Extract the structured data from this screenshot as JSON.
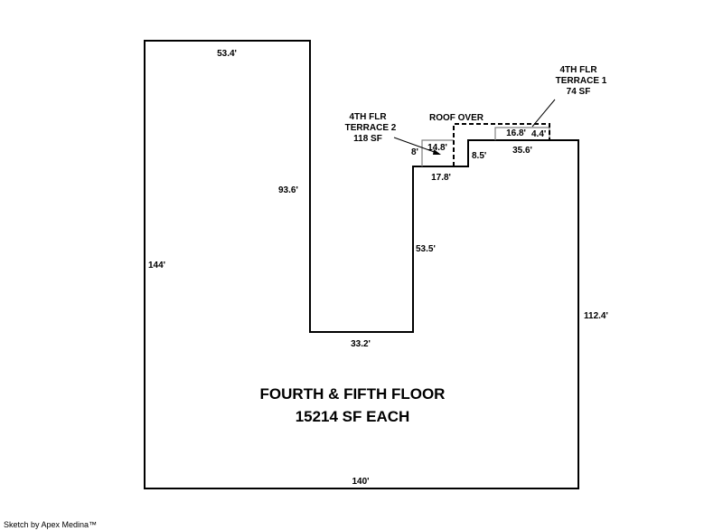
{
  "floor_title": "FOURTH & FIFTH FLOOR",
  "floor_area": "15214 SF EACH",
  "dimensions": {
    "top_left_width": "53.4'",
    "left_height": "144'",
    "inner_left_height": "93.6'",
    "notch_bottom": "33.2'",
    "inner_right_height": "53.5'",
    "step_width": "17.8'",
    "step_height": "8.5'",
    "top_right_width": "35.6'",
    "right_height": "112.4'",
    "bottom_width": "140'",
    "terrace2_width": "14.8'",
    "terrace2_depth": "8'",
    "terrace1_width": "16.8'",
    "terrace1_depth": "4.4'"
  },
  "terrace1": {
    "line1": "4TH FLR",
    "line2": "TERRACE 1",
    "area": "74 SF"
  },
  "terrace2": {
    "line1": "4TH FLR",
    "line2": "TERRACE 2",
    "area": "118 SF"
  },
  "roof_label": "ROOF OVER",
  "credit": "Sketch by Apex Medina™",
  "colors": {
    "outline": "#000000",
    "terrace": "#808080",
    "background": "#ffffff"
  }
}
